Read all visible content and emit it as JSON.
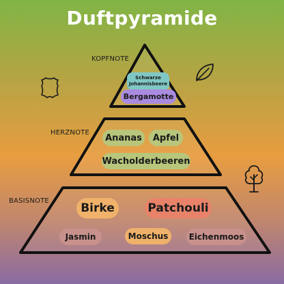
{
  "title": "Duftpyramide",
  "tiers": {
    "top": {
      "label": "KOPFNOTE",
      "notes": {
        "schwarze_line1": "Schwarze",
        "schwarze_line2": "Johannisbeere",
        "bergamotte": "Bergamotte"
      }
    },
    "middle": {
      "label": "HERZNOTE",
      "notes": {
        "ananas": "Ananas",
        "apfel": "Apfel",
        "wacholderbeeren": "Wacholderbeeren"
      }
    },
    "base": {
      "label": "BASISNOTE",
      "notes": {
        "birke": "Birke",
        "patchouli": "Patchouli",
        "jasmin": "Jasmin",
        "moschus": "Moschus",
        "eichenmoos": "Eichenmoos"
      }
    }
  },
  "icons": [
    "leather-icon",
    "leaf-icon",
    "tree-icon"
  ],
  "colors": {
    "background_top": "#80b545",
    "background_middle": "#e89d40",
    "background_bottom": "#8a6aa3",
    "outline": "#111111",
    "title": "#ffffff"
  }
}
